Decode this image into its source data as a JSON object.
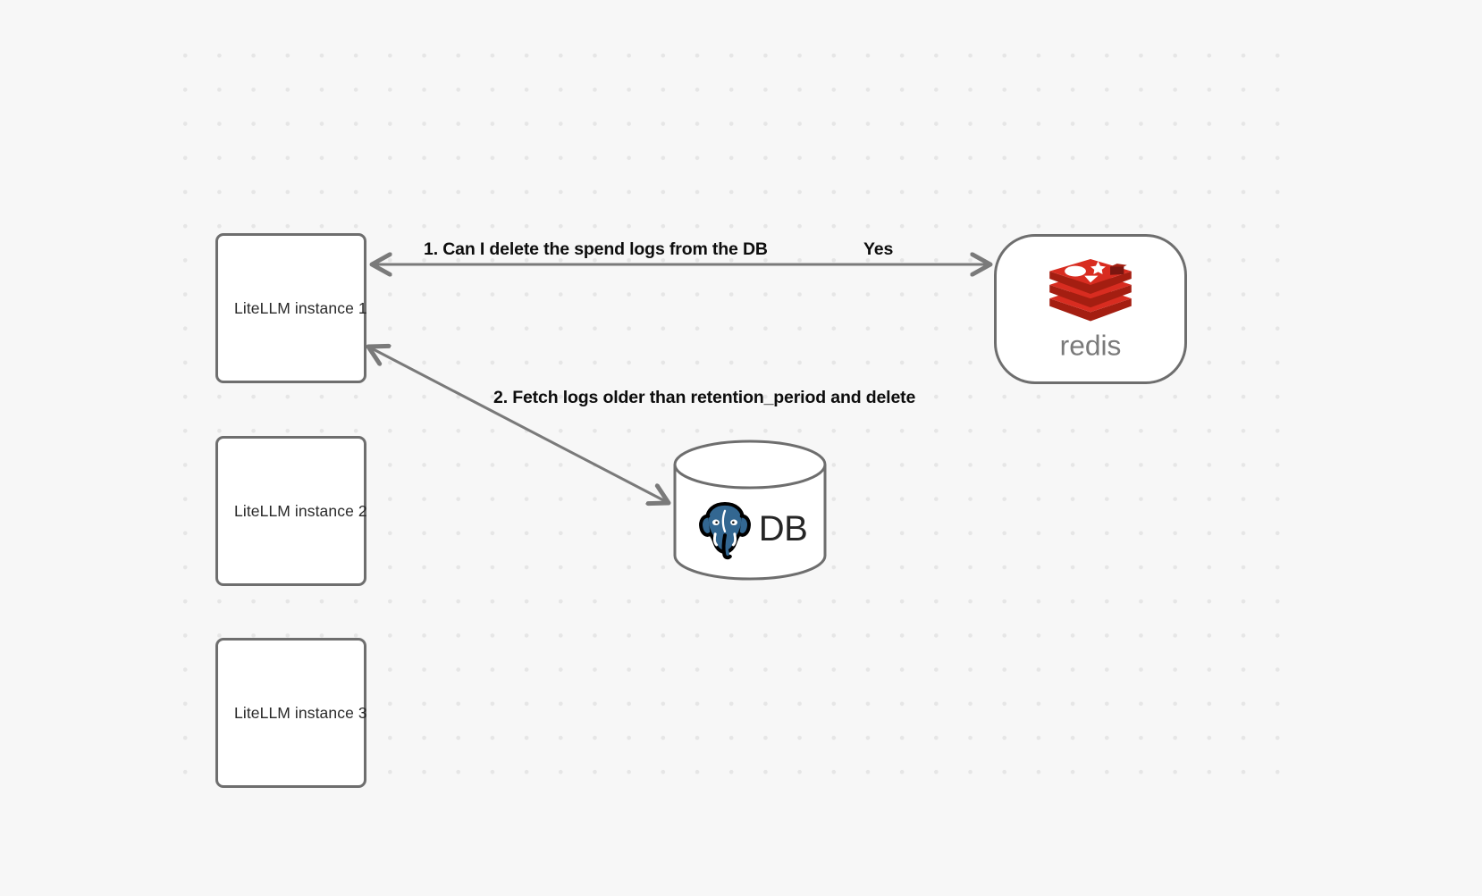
{
  "canvas": {
    "background_color": "#f7f7f7",
    "grid_dot_color": "#e6e6e6"
  },
  "nodes": {
    "instances": [
      {
        "id": "llm1",
        "label": "LiteLLM instance 1"
      },
      {
        "id": "llm2",
        "label": "LiteLLM instance 2"
      },
      {
        "id": "llm3",
        "label": "LiteLLM instance 3"
      }
    ],
    "redis": {
      "wordmark": "redis",
      "logo_color": "#d82c20",
      "logo_shadow_color": "#a41e11",
      "wordmark_color": "#7a7a7a",
      "border_color": "#6e6e6e"
    },
    "database": {
      "label": "DB",
      "elephant_color": "#336791",
      "label_color": "#262626",
      "border_color": "#6e6e6e"
    }
  },
  "edges": {
    "redis_to_instance1": {
      "label": "1.  Can I delete the spend logs from the DB",
      "reply_label": "Yes",
      "stroke_color": "#7a7a7a"
    },
    "instance1_to_db": {
      "label": "2.  Fetch logs older than retention_period and delete",
      "stroke_color": "#7a7a7a"
    }
  }
}
